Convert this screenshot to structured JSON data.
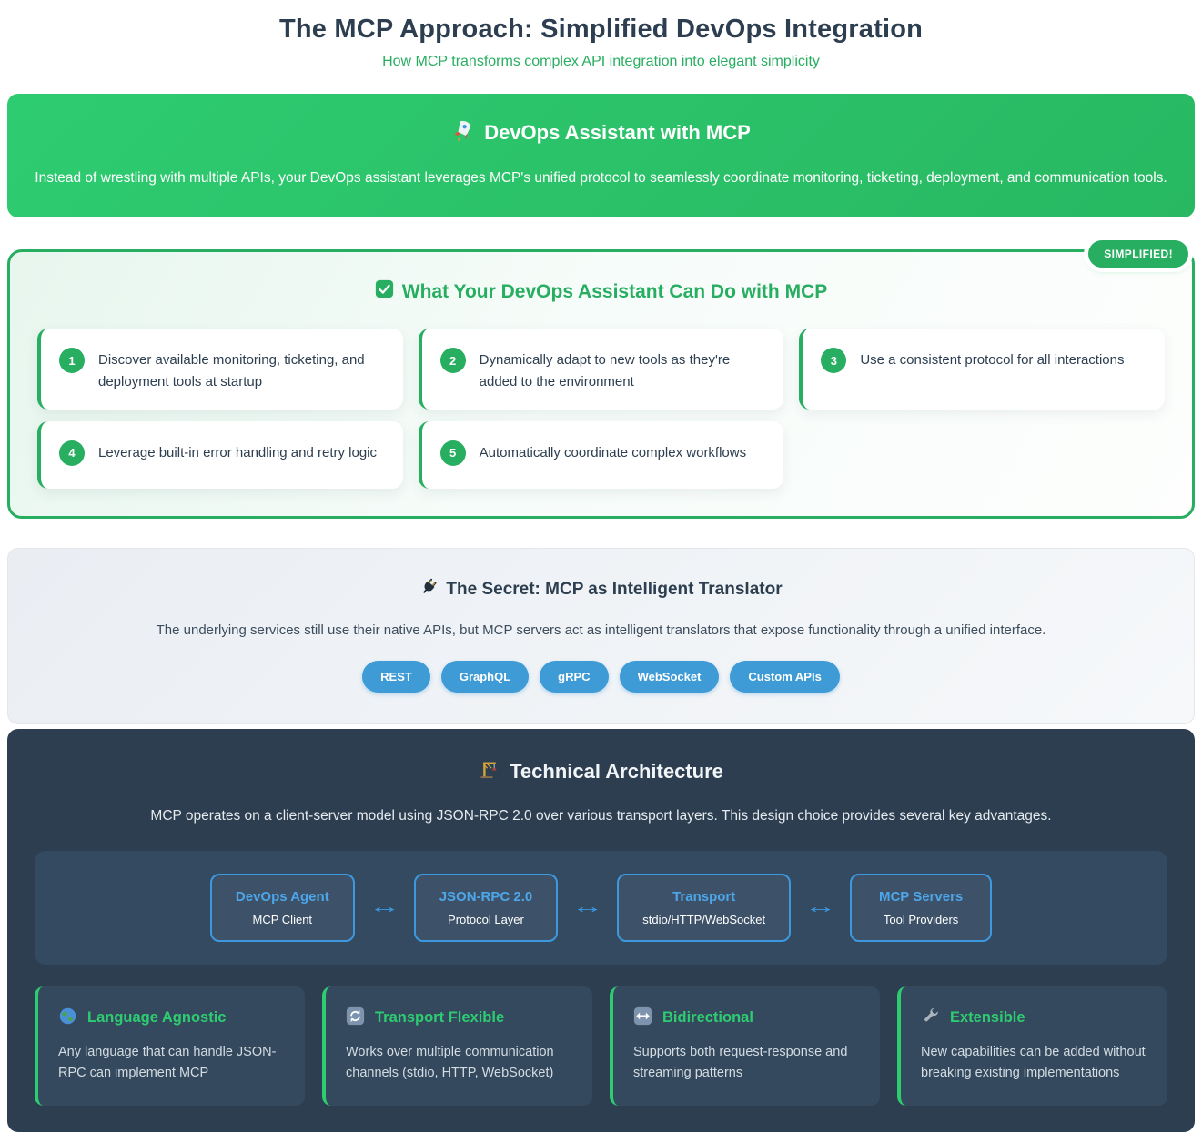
{
  "page": {
    "title": "The MCP Approach: Simplified DevOps Integration",
    "subtitle": "How MCP transforms complex API integration into elegant simplicity"
  },
  "banner": {
    "icon": "rocket-icon",
    "title": "DevOps Assistant with MCP",
    "description": "Instead of wrestling with multiple APIs, your DevOps assistant leverages MCP's unified protocol to seamlessly coordinate monitoring, ticketing, deployment, and communication tools."
  },
  "capabilities": {
    "badge": "SIMPLIFIED!",
    "icon": "check-icon",
    "title": "What Your DevOps Assistant Can Do with MCP",
    "items": [
      {
        "number": "1",
        "text": "Discover available monitoring, ticketing, and deployment tools at startup"
      },
      {
        "number": "2",
        "text": "Dynamically adapt to new tools as they're added to the environment"
      },
      {
        "number": "3",
        "text": "Use a consistent protocol for all interactions"
      },
      {
        "number": "4",
        "text": "Leverage built-in error handling and retry logic"
      },
      {
        "number": "5",
        "text": "Automatically coordinate complex workflows"
      }
    ]
  },
  "secret": {
    "icon": "plug-icon",
    "title": "The Secret: MCP as Intelligent Translator",
    "description": "The underlying services still use their native APIs, but MCP servers act as intelligent translators that expose functionality through a unified interface.",
    "pills": [
      "REST",
      "GraphQL",
      "gRPC",
      "WebSocket",
      "Custom APIs"
    ]
  },
  "architecture": {
    "icon": "crane-icon",
    "title": "Technical Architecture",
    "description": "MCP operates on a client-server model using JSON-RPC 2.0 over various transport layers. This design choice provides several key advantages.",
    "flow": {
      "arrow": "↔",
      "nodes": [
        {
          "title": "DevOps Agent",
          "subtitle": "MCP Client"
        },
        {
          "title": "JSON-RPC 2.0",
          "subtitle": "Protocol Layer"
        },
        {
          "title": "Transport",
          "subtitle": "stdio/HTTP/WebSocket"
        },
        {
          "title": "MCP Servers",
          "subtitle": "Tool Providers"
        }
      ]
    },
    "features": [
      {
        "icon": "globe-icon",
        "title": "Language Agnostic",
        "description": "Any language that can handle JSON-RPC can implement MCP"
      },
      {
        "icon": "refresh-icon",
        "title": "Transport Flexible",
        "description": "Works over multiple communication channels (stdio, HTTP, WebSocket)"
      },
      {
        "icon": "left-right-arrow-icon",
        "title": "Bidirectional",
        "description": "Supports both request-response and streaming patterns"
      },
      {
        "icon": "wrench-icon",
        "title": "Extensible",
        "description": "New capabilities can be added without breaking existing implementations"
      }
    ]
  },
  "colors": {
    "green": "#27ae60",
    "green_light": "#2ecc71",
    "navy": "#2c3e50",
    "panel_dark": "#34495e",
    "blue_pill": "#3e9bd6",
    "blue_accent": "#3c99e0"
  }
}
